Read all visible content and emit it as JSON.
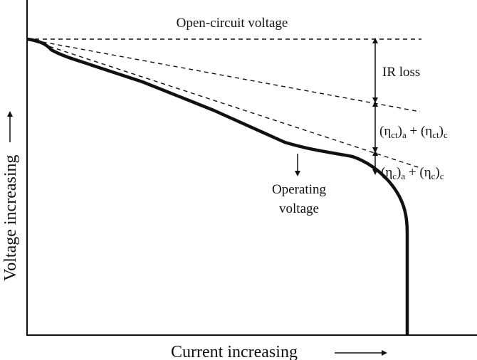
{
  "title": "Open-circuit voltage",
  "labels": {
    "ir_loss": "IR loss",
    "eta_ct": {
      "open1": "(η",
      "sub1": "ct",
      "close1": ")",
      "suba": "a",
      "plus": " + (η",
      "sub2": "ct",
      "close2": ")",
      "subc": "c"
    },
    "eta_c": {
      "open1": "(η",
      "sub1": "c",
      "close1": ")",
      "suba": "a",
      "plus": " + (η",
      "sub2": "c",
      "close2": ")",
      "subc": "c"
    },
    "operating_line1": "Operating",
    "operating_line2": "voltage"
  },
  "axes": {
    "x_label": "Current increasing",
    "y_label": "Voltage increasing"
  },
  "colors": {
    "ink": "#111111"
  }
}
